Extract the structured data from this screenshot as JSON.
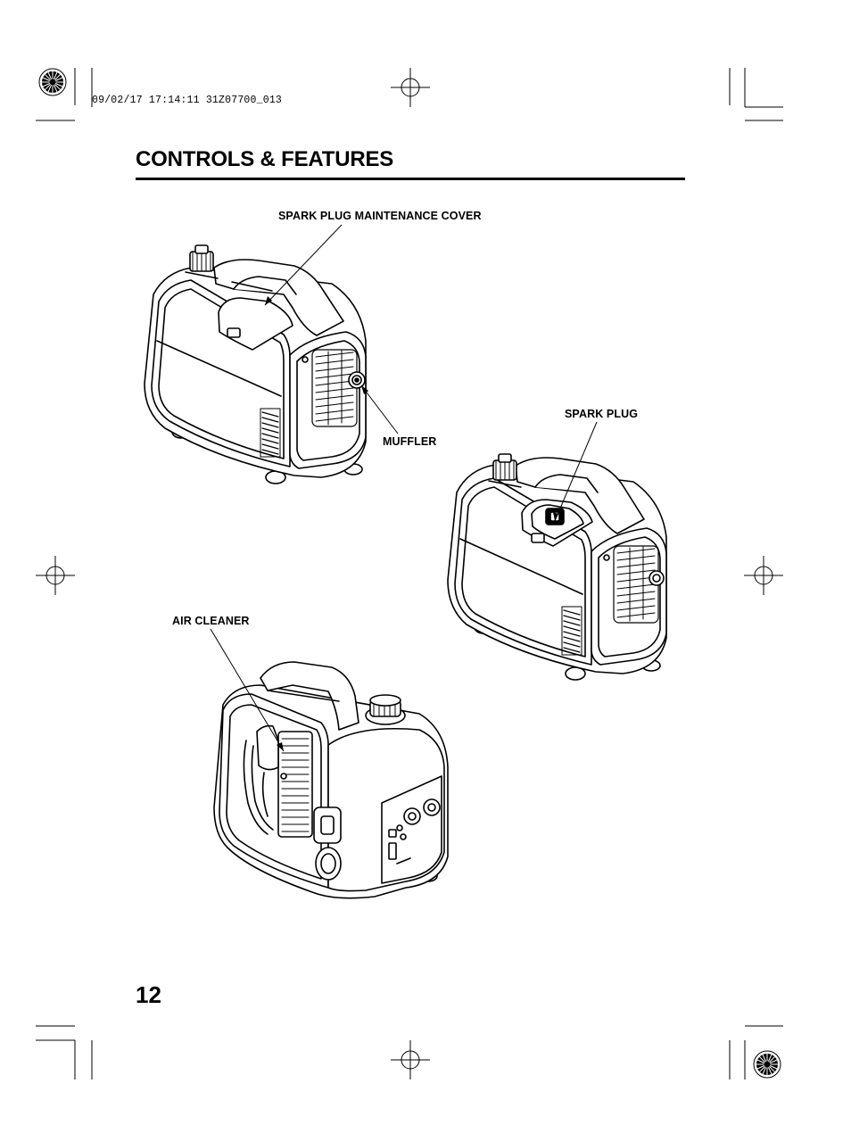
{
  "header": {
    "print_stamp": "09/02/17 17:14:11 31Z07700_013"
  },
  "page": {
    "title": "CONTROLS & FEATURES",
    "page_number": "12"
  },
  "callouts": {
    "spark_plug_maintenance_cover": "SPARK PLUG MAINTENANCE COVER",
    "muffler": "MUFFLER",
    "spark_plug": "SPARK PLUG",
    "air_cleaner": "AIR CLEANER"
  }
}
